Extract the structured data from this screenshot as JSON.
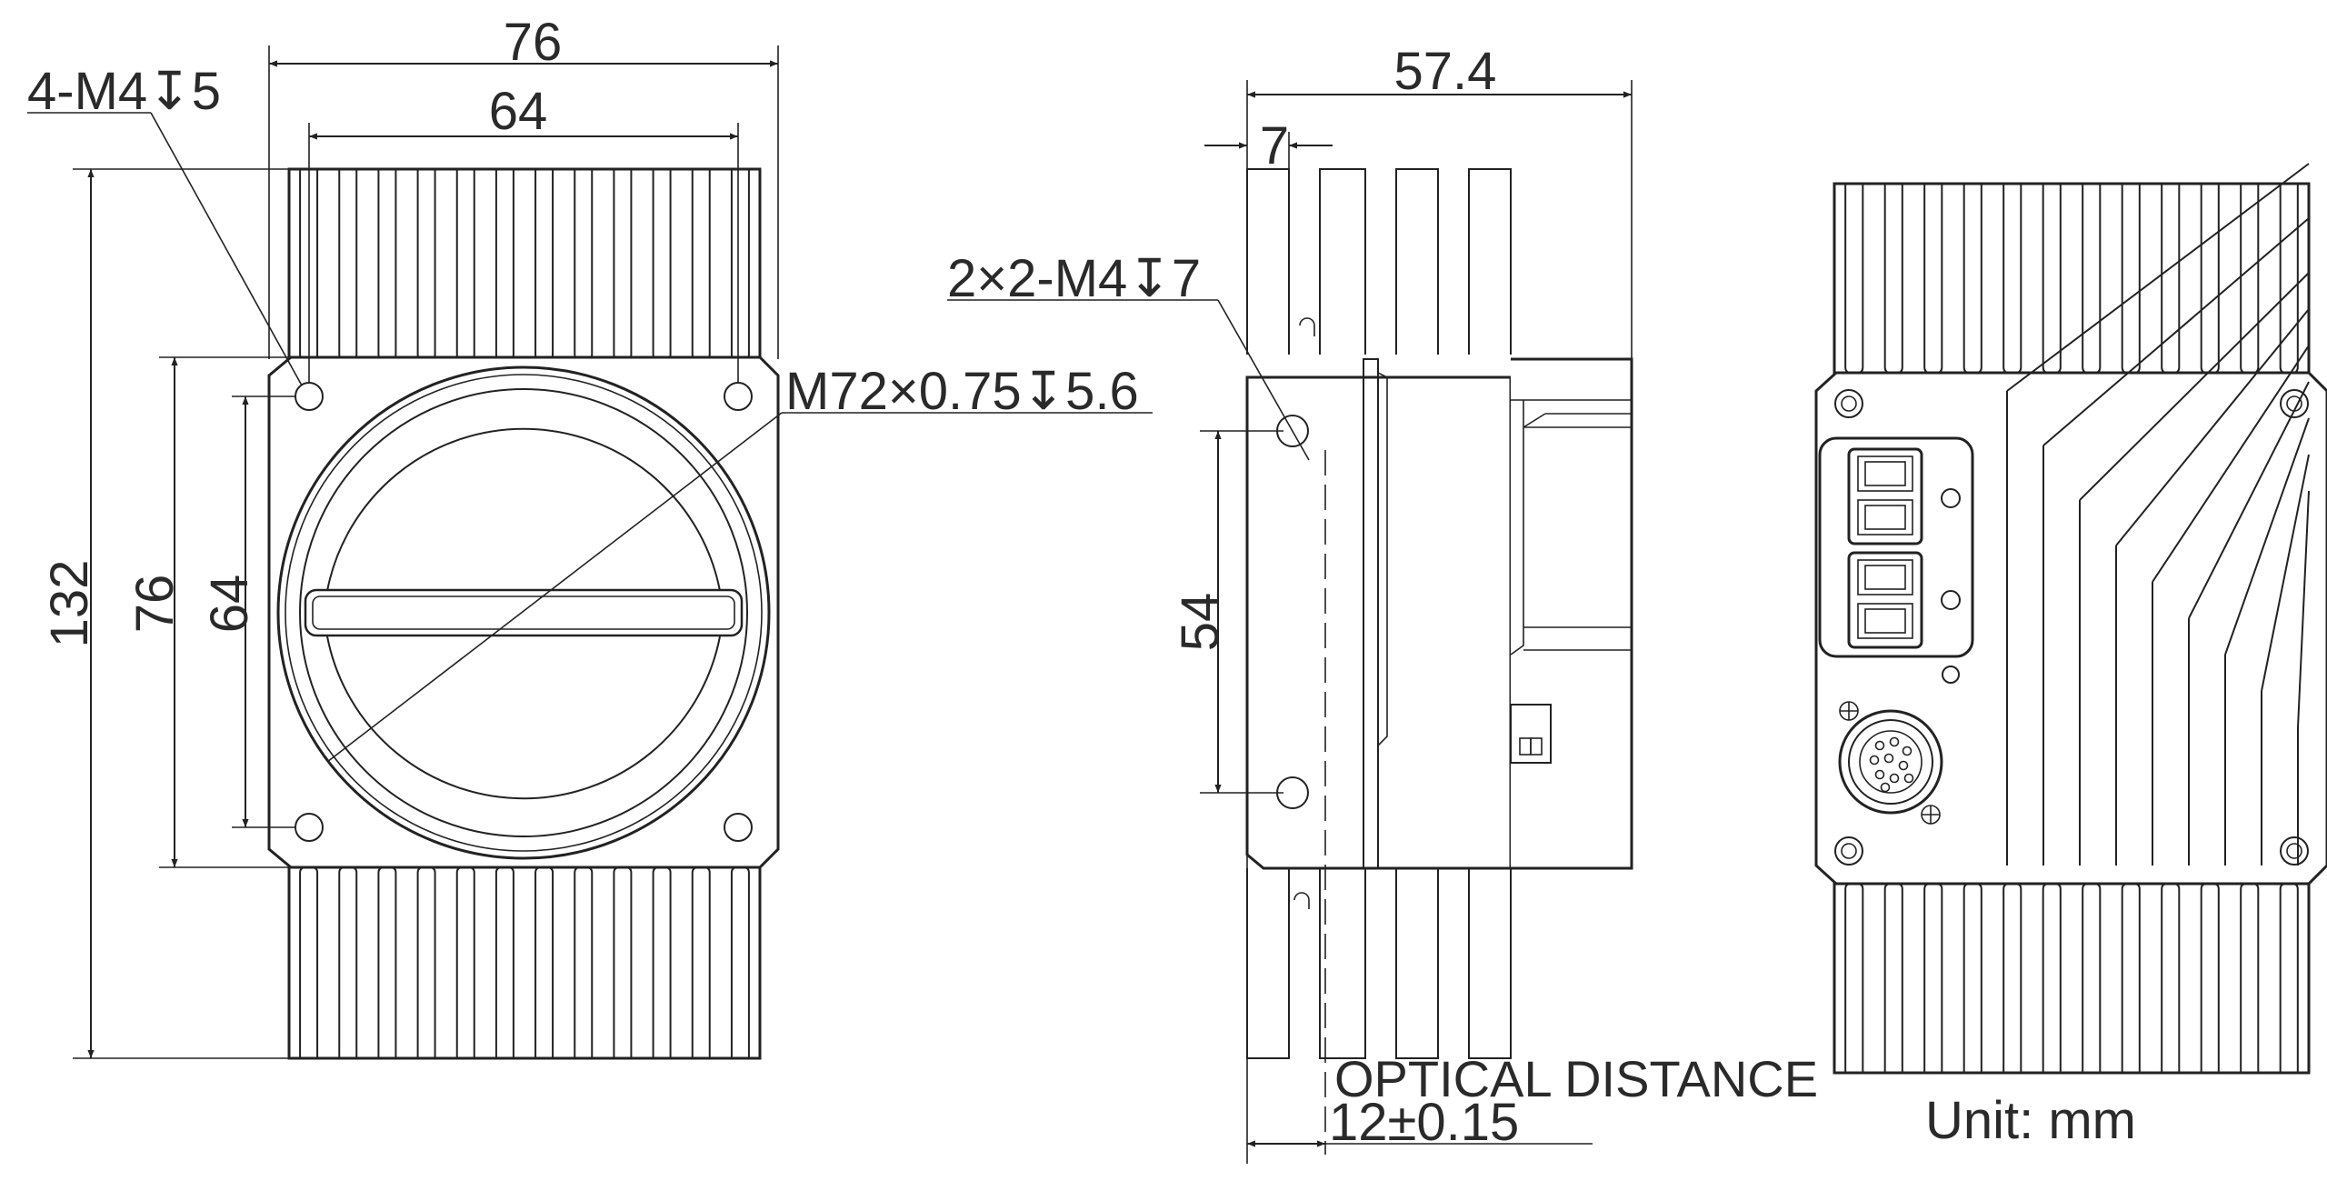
{
  "front_view": {
    "width_outer": "76",
    "width_inner": "64",
    "height_total": "132",
    "height_body": "76",
    "height_holes": "64",
    "mount_holes_callout": "4-M4↧5",
    "lens_mount_callout": "M72×0.75↧5.6"
  },
  "side_view": {
    "depth_total": "57.4",
    "flange_offset": "7",
    "hole_spacing": "54",
    "side_holes_callout": "2×2-M4↧7",
    "optical_distance_label": "OPTICAL DISTANCE",
    "optical_distance_value": "12±0.15"
  },
  "rear_view": {
    "unit_label": "Unit: mm"
  }
}
